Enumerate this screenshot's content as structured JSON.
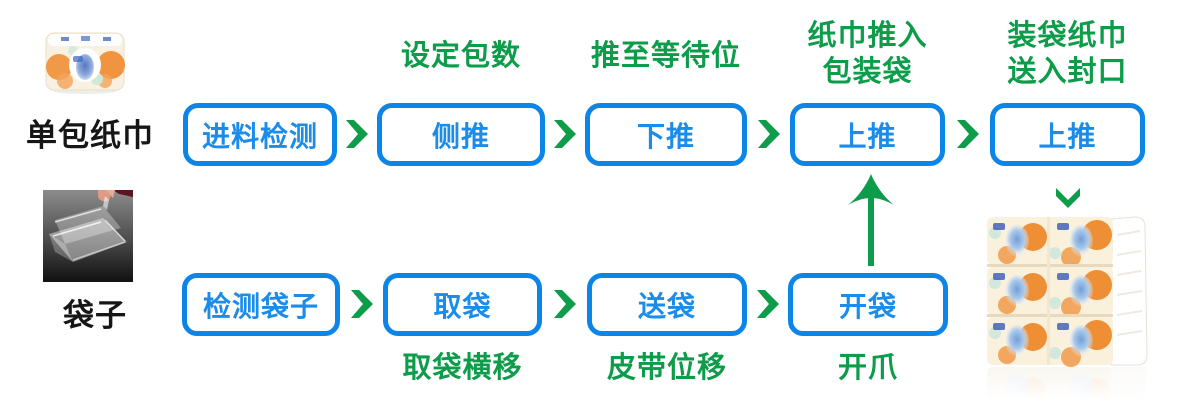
{
  "palette": {
    "blue": "#0b86e8",
    "blue_text": "#1b8ce9",
    "green": "#0d9c4a",
    "black": "#161616"
  },
  "top_row": {
    "source_label": "单包纸巾",
    "source_image": "single-tissue-pack-photo",
    "boxes": [
      {
        "label": "进料检测",
        "note": ""
      },
      {
        "label": "侧推",
        "note": "设定包数"
      },
      {
        "label": "下推",
        "note": "推至等待位"
      },
      {
        "label": "上推",
        "note": "纸巾推入\n包装袋"
      },
      {
        "label": "上推",
        "note": "装袋纸巾\n送入封口"
      }
    ]
  },
  "bottom_row": {
    "source_label": "袋子",
    "source_image": "plastic-bag-photo",
    "boxes": [
      {
        "label": "检测袋子",
        "note": ""
      },
      {
        "label": "取袋",
        "note": "取袋横移"
      },
      {
        "label": "送袋",
        "note": "皮带位移"
      },
      {
        "label": "开袋",
        "note": "开爪"
      }
    ]
  },
  "connectors": {
    "flow_arrow": "right-chevron",
    "bag_to_push": "up-arrow",
    "to_output": "down-chevron"
  },
  "output_image": "packed-tissue-stack-photo"
}
